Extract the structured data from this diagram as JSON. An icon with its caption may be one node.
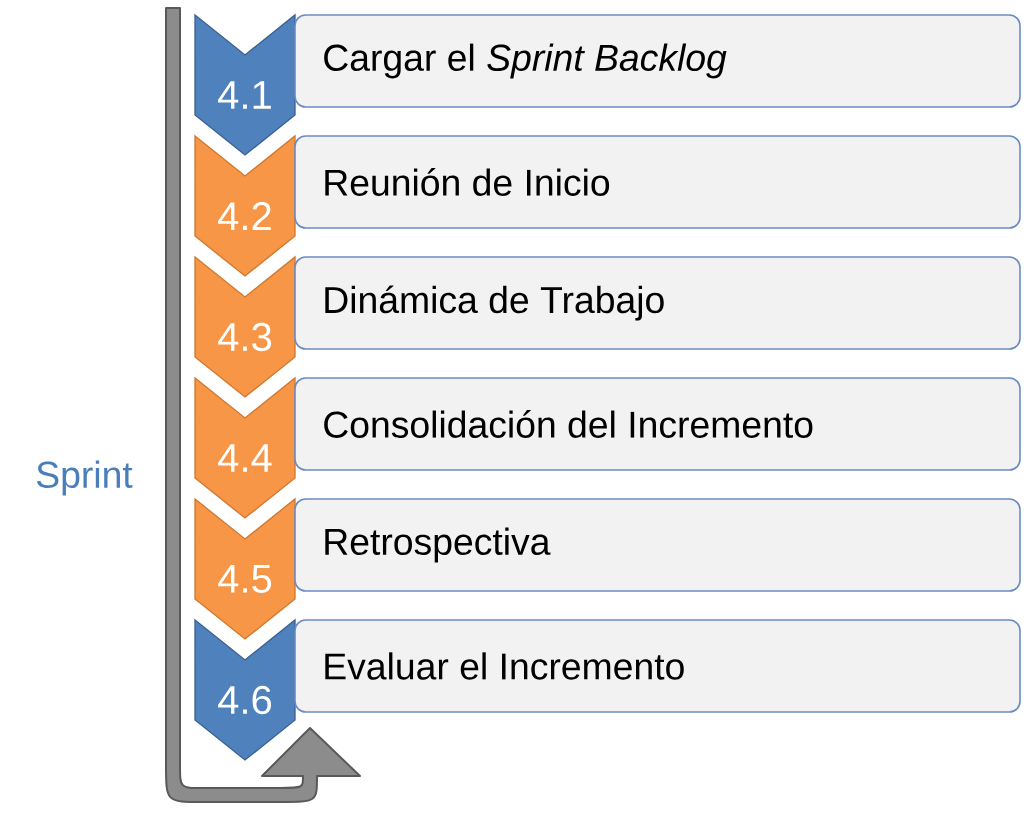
{
  "diagram": {
    "nodes": [
      {
        "text": [
          "4.1"
        ]
      },
      {
        "text": [
          "Cargar el *Sprint Backlog*"
        ]
      },
      {
        "text": [
          "4.2"
        ]
      },
      {
        "text": [
          "Reunión de Inicio"
        ]
      },
      {
        "text": [
          "4.3"
        ]
      },
      {
        "text": [
          "Dinámica de Trabajo"
        ]
      },
      {
        "text": [
          "4.4"
        ]
      },
      {
        "text": [
          "Consolidación del Incremento"
        ]
      },
      {
        "text": [
          "4.5"
        ]
      },
      {
        "text": [
          "Retrospectiva"
        ]
      },
      {
        "text": [
          "4.6"
        ]
      },
      {
        "text": [
          "Evaluar el Incremento"
        ]
      }
    ],
    "labels": [
      "Sprint"
    ]
  }
}
